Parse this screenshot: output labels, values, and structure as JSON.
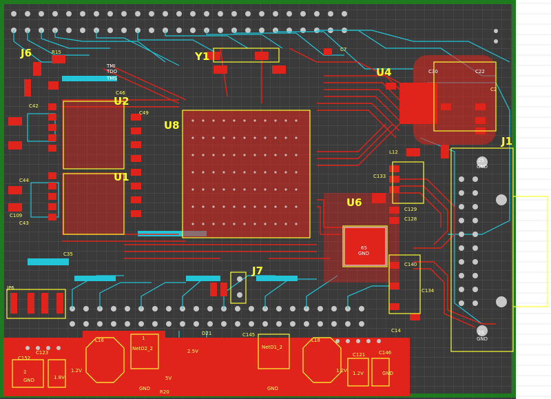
{
  "colors": {
    "background": "#3a3a3a",
    "border": "#1f7a1f",
    "top_layer": "#e0241c",
    "bottom_layer": "#22c6d8",
    "silkscreen": "#ffff33",
    "grid": "#5a5a5a",
    "pad": "#c8c8c8"
  },
  "labels": {
    "j6": "J6",
    "u2": "U2",
    "u8": "U8",
    "u1": "U1",
    "u4": "U4",
    "u6": "U6",
    "j1": "J1",
    "j7": "J7",
    "y1": "Y1",
    "jp6": "JP6",
    "c42": "C42",
    "c109": "C109",
    "c43": "C43",
    "c44": "C44",
    "c35": "C35",
    "c46": "C46",
    "c49": "C49",
    "r15": "R15",
    "c133": "C133",
    "c129": "C129",
    "c128": "C128",
    "c140": "C140",
    "c134": "C134",
    "c14": "C14",
    "l12": "L12",
    "c152": "C152",
    "c121": "C121",
    "c146": "C146",
    "c145": "C145",
    "l16": "L16",
    "l18": "L18",
    "d21": "D21",
    "r20": "R20",
    "c123": "C123",
    "c22": "C22",
    "c30": "C30",
    "c7": "C7",
    "c2": "C2",
    "tmi": "TMI",
    "tms": "TMS",
    "tdo": "TDO",
    "pad_gnd": "GND",
    "pad_25": "25",
    "pad_65": "65",
    "net_1v8": "1.8V",
    "net_1v2": "1.2V",
    "net_25v": "2.5V",
    "net_5v": "5V",
    "net_gnd": "GND",
    "net_ndd": "NetD2_2",
    "net_nd1": "NetD1_2",
    "pin_1": "1",
    "pin_2": "2"
  }
}
